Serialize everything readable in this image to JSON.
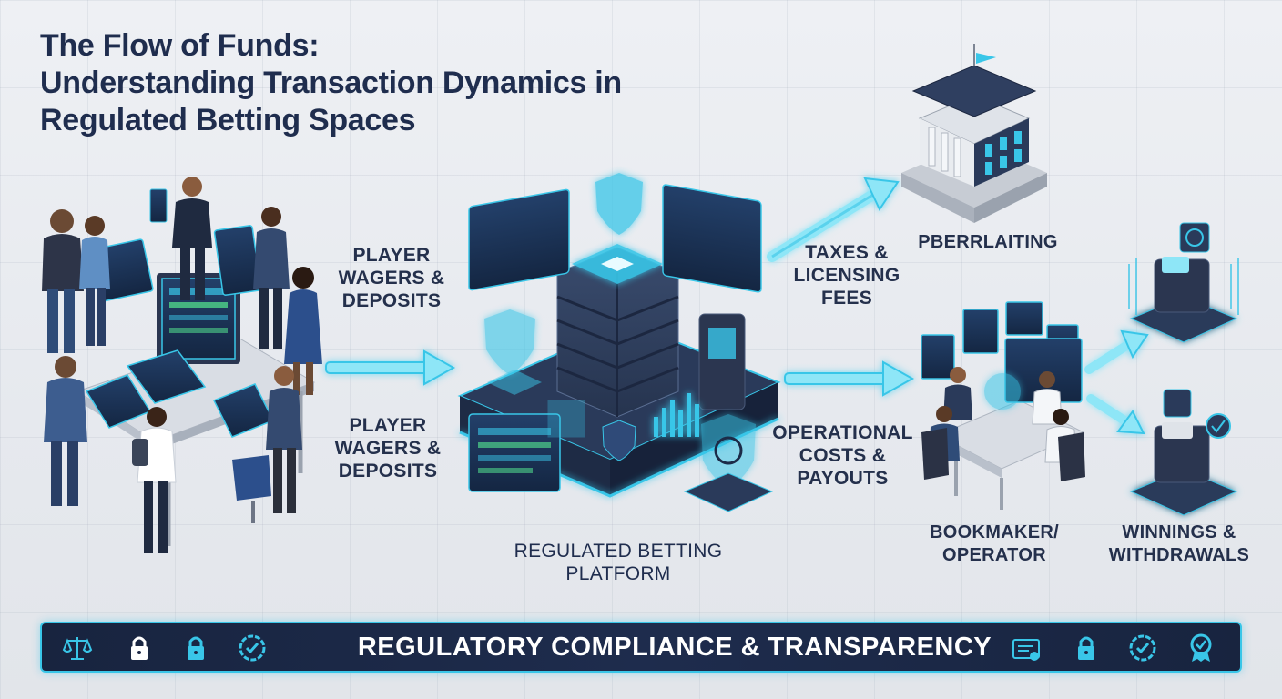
{
  "title": {
    "line1": "The Flow of Funds:",
    "line2": "Understanding Transaction Dynamics in",
    "line3": "Regulated Betting Spaces"
  },
  "labels": {
    "wagers_top": [
      "PLAYER",
      "WAGERS &",
      "DEPOSITS"
    ],
    "wagers_bottom": [
      "PLAYER",
      "WAGERS &",
      "DEPOSITS"
    ],
    "taxes": [
      "TAXES &",
      "LICENSING",
      "FEES"
    ],
    "regulator": "PBERRLAITING",
    "operational": [
      "OPERATIONAL",
      "COSTS &",
      "PAYOUTS"
    ],
    "platform": [
      "REGULATED BETTING",
      "PLATFORM"
    ],
    "bookmaker": [
      "BOOKMAKER/",
      "OPERATOR"
    ],
    "winnings": [
      "WINNINGS &",
      "WITHDRAWALS"
    ]
  },
  "banner": {
    "text": "REGULATORY COMPLIANCE & TRANSPARENCY",
    "left_icons": [
      "scales-icon",
      "padlock-icon",
      "padlock-icon",
      "check-badge-icon"
    ],
    "right_icons": [
      "certificate-icon",
      "padlock-icon",
      "check-badge-icon",
      "award-ribbon-icon"
    ]
  },
  "colors": {
    "accent": "#39c6e8",
    "navy": "#1f2d4e",
    "banner_bg": "#1b2746"
  }
}
